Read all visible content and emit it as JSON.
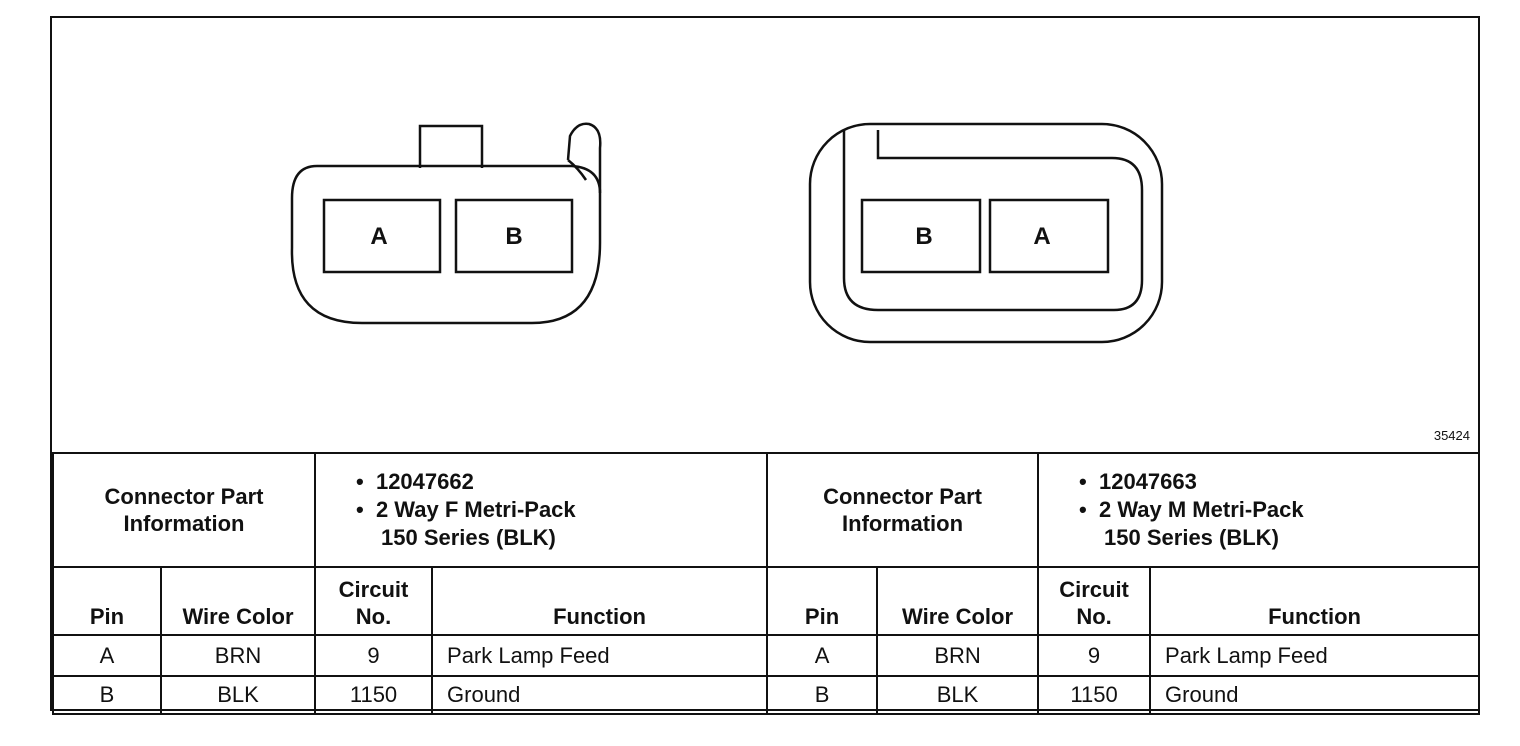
{
  "diagram": {
    "reference_number": "35424",
    "left_connector": {
      "pins": [
        "A",
        "B"
      ]
    },
    "right_connector": {
      "pins": [
        "B",
        "A"
      ]
    }
  },
  "left": {
    "info_title_line1": "Connector Part",
    "info_title_line2": "Information",
    "part_number": "12047662",
    "desc_line1": "2 Way F Metri-Pack",
    "desc_line2": "150 Series (BLK)"
  },
  "right": {
    "info_title_line1": "Connector Part",
    "info_title_line2": "Information",
    "part_number": "12047663",
    "desc_line1": "2 Way M Metri-Pack",
    "desc_line2": "150 Series (BLK)"
  },
  "headers": {
    "pin": "Pin",
    "wire_color": "Wire Color",
    "circuit_line1": "Circuit",
    "circuit_line2": "No.",
    "function": "Function"
  },
  "rows": [
    {
      "pin": "A",
      "wire_color": "BRN",
      "circuit": "9",
      "function": "Park Lamp Feed"
    },
    {
      "pin": "B",
      "wire_color": "BLK",
      "circuit": "1150",
      "function": "Ground"
    }
  ]
}
